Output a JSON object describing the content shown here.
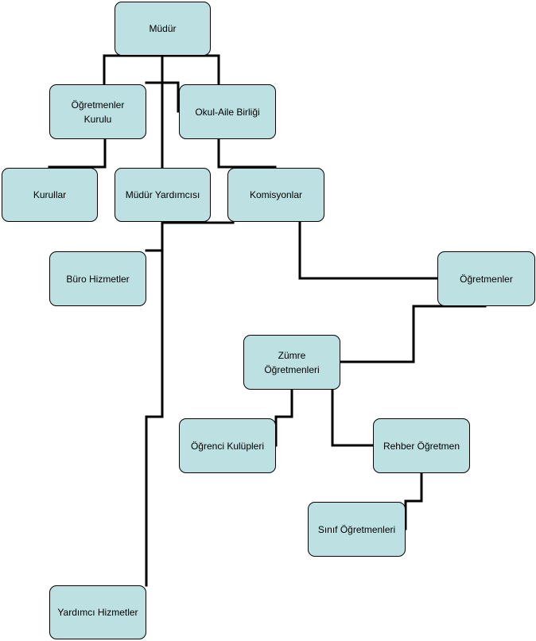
{
  "nodes": {
    "mudur": "Müdür",
    "ogretmenler_kurulu": "Öğretmenler\nKurulu",
    "okul_aile_birligi": "Okul-Aile Birliği",
    "kurullar": "Kurullar",
    "mudur_yardimcisi": "Müdür  Yardımcısı",
    "komisyonlar": "Komisyonlar",
    "buro_hizmetler": "Büro Hizmetler",
    "ogretmenler": "Öğretmenler",
    "zumre_ogretmenleri": "Zümre\nÖğretmenleri",
    "ogrenci_kulupleri": "Öğrenci Kulüpleri",
    "rehber_ogretmen": "Rehber Öğretmen",
    "sinif_ogretmenleri": "Sınıf Öğretmenleri",
    "yardimci_hizmetler": "Yardımcı Hizmetler"
  },
  "colors": {
    "node_fill": "#bde0e3",
    "line": "#000000"
  }
}
